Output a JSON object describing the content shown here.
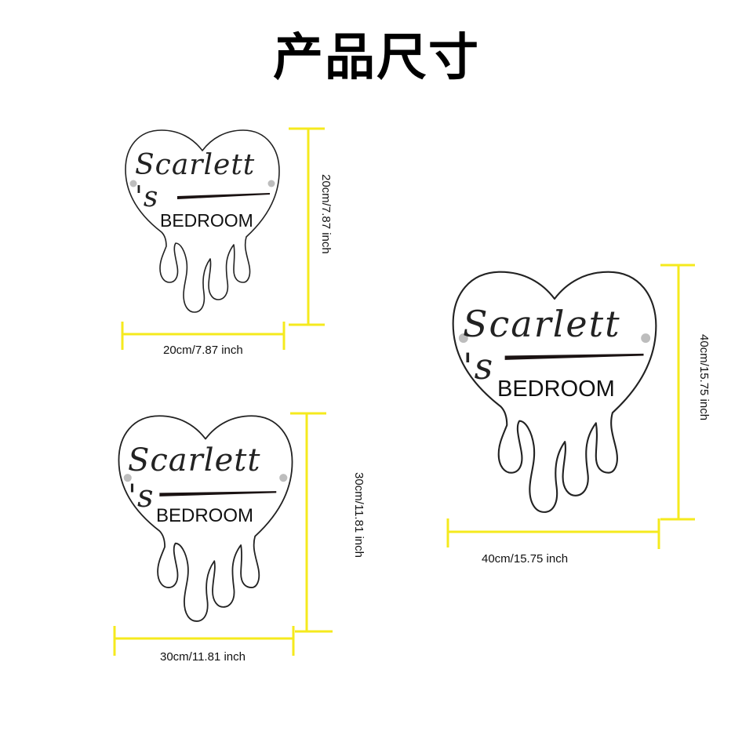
{
  "title": "产品尺寸",
  "colors": {
    "dimension_line": "#f5ea1d",
    "outline": "#222222",
    "hanger_dot": "#bdbdbd",
    "underline": "#1a1212",
    "background": "#ffffff"
  },
  "signs": [
    {
      "size": "small",
      "name_text": "Scarlett 's",
      "room_text": "BEDROOM",
      "width_label": "20cm/7.87 inch",
      "height_label": "20cm/7.87 inch"
    },
    {
      "size": "medium",
      "name_text": "Scarlett 's",
      "room_text": "BEDROOM",
      "width_label": "30cm/11.81 inch",
      "height_label": "30cm/11.81 inch"
    },
    {
      "size": "large",
      "name_text": "Scarlett 's",
      "room_text": "BEDROOM",
      "width_label": "40cm/15.75 inch",
      "height_label": "40cm/15.75 inch"
    }
  ]
}
